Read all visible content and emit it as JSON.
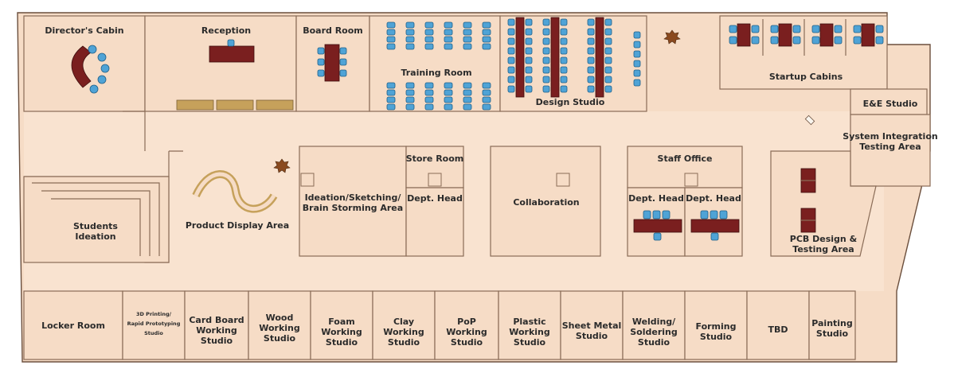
{
  "plan": {
    "rooms": {
      "directors_cabin": "Director's Cabin",
      "reception": "Reception",
      "board_room": "Board Room",
      "training_room": "Training Room",
      "design_studio": "Design Studio",
      "startup_cabins": "Startup Cabins",
      "e_e_studio": "E&E Studio",
      "system_integration": [
        "System Integration",
        "Testing Area"
      ],
      "students_ideation": [
        "Students",
        "Ideation"
      ],
      "product_display": "Product Display Area",
      "ideation_sketching": [
        "Ideation/Sketching/",
        "Brain Storming Area"
      ],
      "store_room": "Store Room",
      "dept_head_1": "Dept. Head",
      "collaboration": "Collaboration",
      "staff_office": "Staff Office",
      "dept_head_2": "Dept. Head",
      "dept_head_3": "Dept. Head",
      "pcb_design": [
        "PCB Design &",
        "Testing Area"
      ],
      "locker_room": "Locker Room",
      "printing_3d": [
        "3D Printing/",
        "Rapid Prototyping",
        "Studio"
      ],
      "cardboard": [
        "Card Board",
        "Working",
        "Studio"
      ],
      "wood": [
        "Wood",
        "Working",
        "Studio"
      ],
      "foam": [
        "Foam",
        "Working",
        "Studio"
      ],
      "clay": [
        "Clay",
        "Working",
        "Studio"
      ],
      "pop": [
        "PoP",
        "Working",
        "Studio"
      ],
      "plastic": [
        "Plastic",
        "Working",
        "Studio"
      ],
      "sheet_metal": [
        "Sheet Metal",
        "Studio"
      ],
      "welding": [
        "Welding/",
        "Soldering",
        "Studio"
      ],
      "forming": [
        "Forming",
        "Studio"
      ],
      "tbd": "TBD",
      "painting": [
        "Painting",
        "Studio"
      ]
    },
    "colors": {
      "floor": "#f6dcc6",
      "wall": "#8a6c57",
      "chair": "#4fa3d6",
      "table": "#7a1f1f",
      "bench": "#c6a15b"
    }
  }
}
